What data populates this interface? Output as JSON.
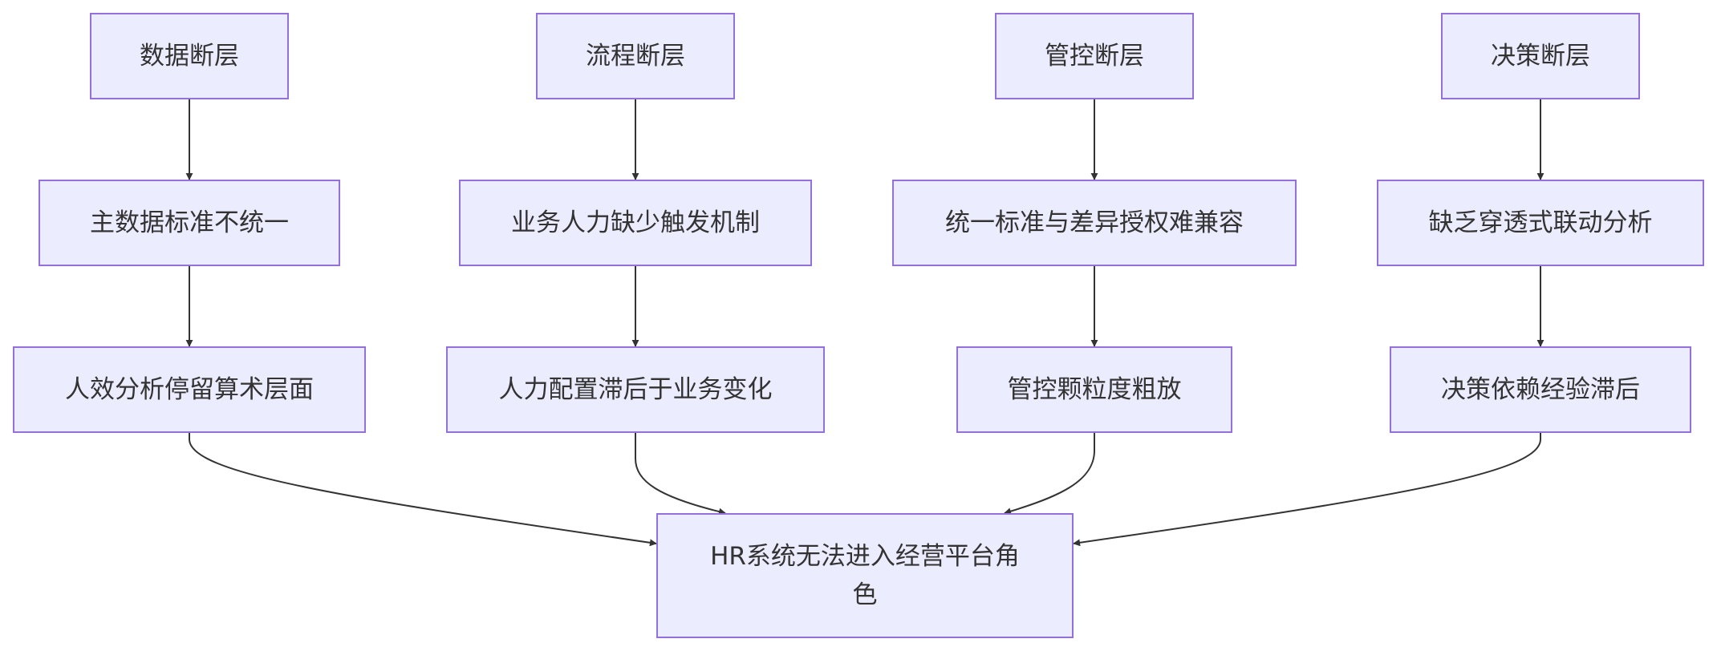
{
  "diagram": {
    "layers": [
      {
        "layer_label": "数据断层",
        "issue_label": "主数据标准不统一",
        "effect_label": "人效分析停留算术层面"
      },
      {
        "layer_label": "流程断层",
        "issue_label": "业务人力缺少触发机制",
        "effect_label": "人力配置滞后于业务变化"
      },
      {
        "layer_label": "管控断层",
        "issue_label": "统一标准与差异授权难兼容",
        "effect_label": "管控颗粒度粗放"
      },
      {
        "layer_label": "决策断层",
        "issue_label": "缺乏穿透式联动分析",
        "effect_label": "决策依赖经验滞后"
      }
    ],
    "outcome_label": "HR系统无法进入经营平台角色",
    "colors": {
      "node_fill": "#ECECFF",
      "node_border": "#9370DB",
      "text": "#333333",
      "edge": "#333333"
    }
  }
}
